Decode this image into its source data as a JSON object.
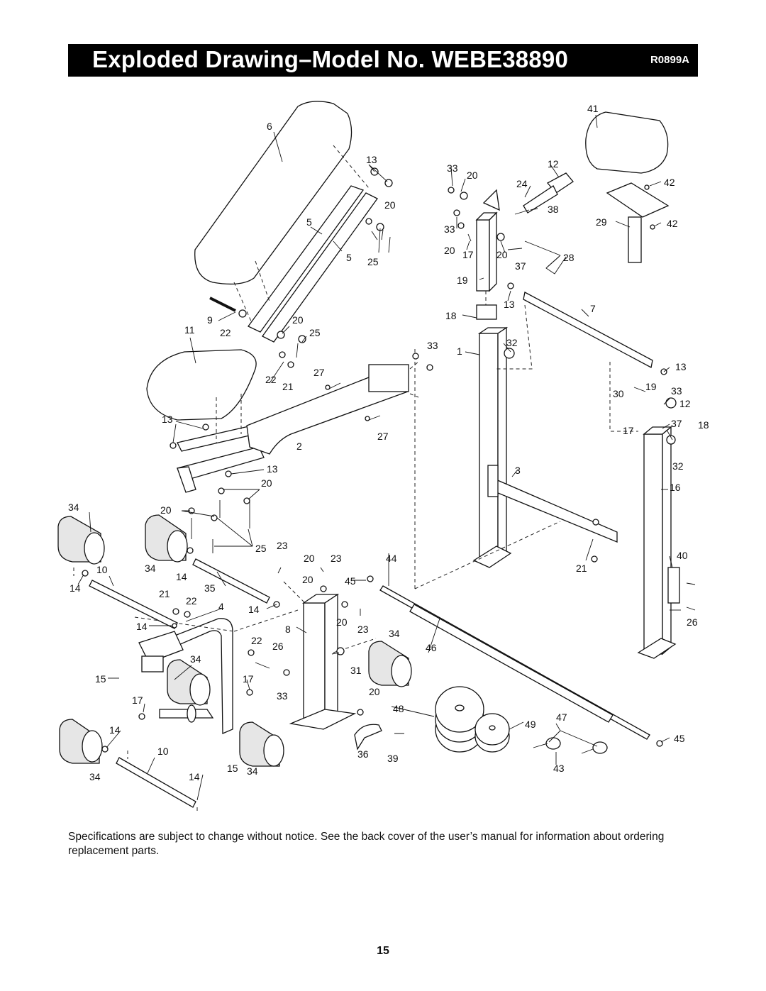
{
  "header": {
    "title": "Exploded Drawing–Model No. WEBE38890",
    "code": "R0899A"
  },
  "callouts": {
    "c1": "1",
    "c2": "2",
    "c3": "3",
    "c4": "4",
    "c5": "5",
    "c6": "6",
    "c7": "7",
    "c8": "8",
    "c9": "9",
    "c10": "10",
    "c11": "11",
    "c12": "12",
    "c13": "13",
    "c14": "14",
    "c15": "15",
    "c16": "16",
    "c17": "17",
    "c18": "18",
    "c19": "19",
    "c20": "20",
    "c21": "21",
    "c22": "22",
    "c23": "23",
    "c24": "24",
    "c25": "25",
    "c26": "26",
    "c27": "27",
    "c28": "28",
    "c29": "29",
    "c30": "30",
    "c31": "31",
    "c32": "32",
    "c33": "33",
    "c34": "34",
    "c35": "35",
    "c36": "36",
    "c37": "37",
    "c38": "38",
    "c39": "39",
    "c40": "40",
    "c41": "41",
    "c42": "42",
    "c43": "43",
    "c44": "44",
    "c45": "45",
    "c46": "46",
    "c47": "47",
    "c48": "48",
    "c49": "49"
  },
  "footer": {
    "note": "Specifications are subject to change without notice. See the back cover of the user’s manual for information about ordering replacement parts.",
    "page": "15"
  }
}
